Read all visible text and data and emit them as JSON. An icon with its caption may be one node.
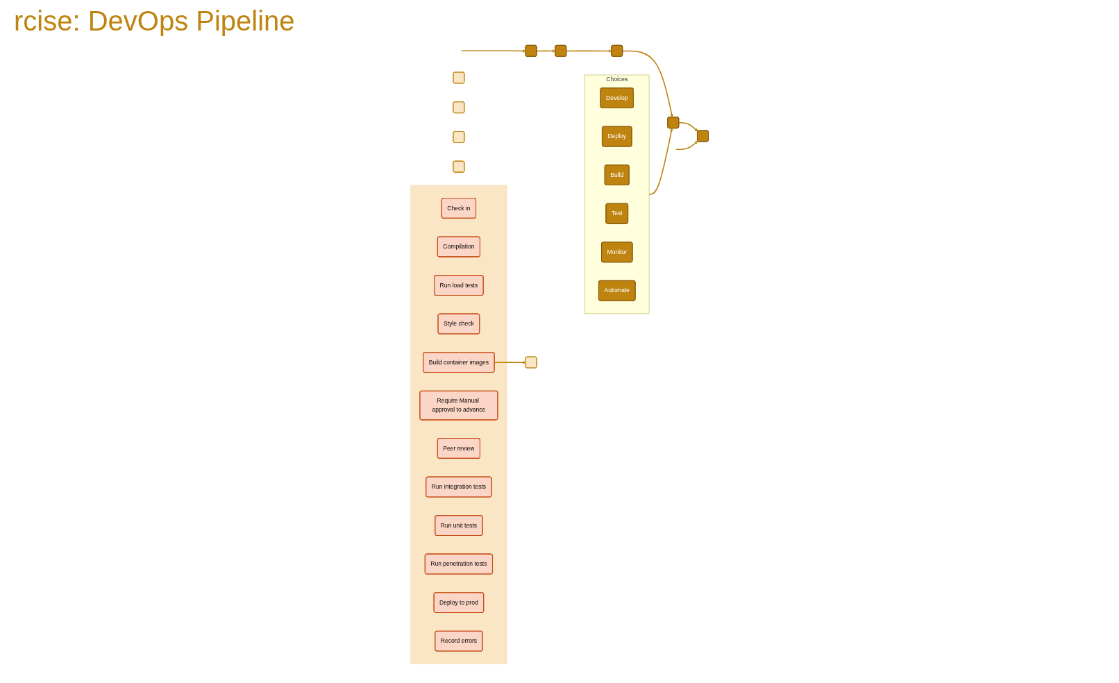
{
  "diagram": {
    "title": "rcise: DevOps Pipeline",
    "nodes": [
      {
        "text": [
          "Choices"
        ]
      },
      {
        "text": [
          "Develop"
        ],
        "in": 0
      },
      {
        "text": [
          "Deploy"
        ],
        "in": 0
      },
      {
        "text": [
          "Build"
        ],
        "in": 0
      },
      {
        "text": [
          "Test"
        ],
        "in": 0
      },
      {
        "text": [
          "Monitor"
        ],
        "in": 0
      },
      {
        "text": [
          "Automate"
        ],
        "in": 0
      },
      {
        "text": [],
        "shape": "box"
      },
      {
        "text": [],
        "shape": "box"
      },
      {
        "text": [],
        "shape": "box"
      },
      {
        "text": [],
        "shape": "box"
      },
      {
        "text": [],
        "shape": "box"
      },
      {
        "text": [],
        "shape": "box"
      },
      {
        "text": [],
        "shape": "box"
      },
      {
        "text": [],
        "shape": "box"
      },
      {
        "text": [],
        "shape": "box"
      },
      {
        "text": [],
        "shape": "box"
      },
      {
        "text": [],
        "shape": "box"
      },
      {
        "text": [
          "Check in"
        ],
        "in": 17
      },
      {
        "text": [
          "Compilation"
        ],
        "in": 17
      },
      {
        "text": [
          "Run load tests"
        ],
        "in": 17
      },
      {
        "text": [
          "Style check"
        ],
        "in": 17
      },
      {
        "text": [
          "Build container images"
        ],
        "in": 17
      },
      {
        "text": [
          "Require Manual approval to advance"
        ],
        "in": 17
      },
      {
        "text": [
          "Peer review"
        ],
        "in": 17
      },
      {
        "text": [
          "Run integration tests"
        ],
        "in": 17
      },
      {
        "text": [
          "Run unit tests"
        ],
        "in": 17
      },
      {
        "text": [
          "Run penetration tests"
        ],
        "in": 17
      },
      {
        "text": [
          "Deploy to prod"
        ],
        "in": 17
      },
      {
        "text": [
          "Record errors"
        ],
        "in": 17
      }
    ],
    "edges": [
      {
        "from": 7,
        "to": 8,
        "arrow": "to"
      },
      {
        "from": 8,
        "to": 9,
        "arrow": "to"
      },
      {
        "from": 9,
        "to": 10,
        "arrow": "to"
      },
      {
        "from": 10,
        "to": 11,
        "arrow": "to"
      },
      {
        "from": null,
        "to": 11,
        "arrow": "to"
      },
      {
        "from": null,
        "to": 7,
        "arrow": "to"
      },
      {
        "from": 0,
        "to": 10,
        "arrow": "to"
      },
      {
        "from": 22,
        "to": 14,
        "arrow": "to"
      }
    ]
  }
}
